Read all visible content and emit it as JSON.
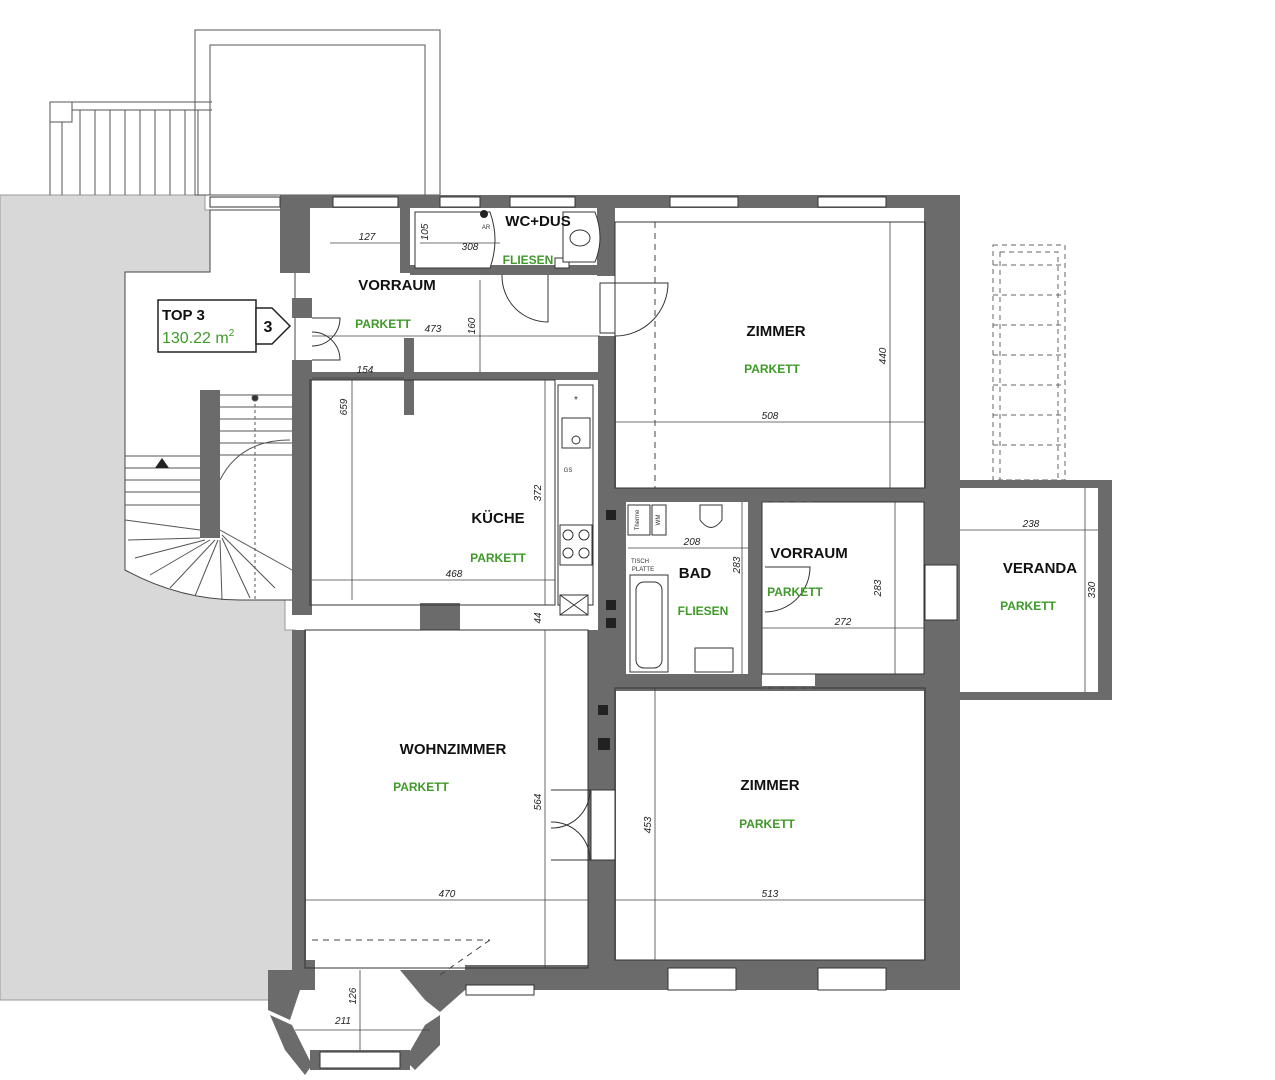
{
  "unit_badge": {
    "title": "TOP 3",
    "area": "130.22 m",
    "area_sup": "2",
    "number": "3"
  },
  "rooms": {
    "vorraum_top": {
      "name": "VORRAUM",
      "floor": "PARKETT"
    },
    "wc_dus": {
      "name": "WC+DUS",
      "floor": "FLIESEN"
    },
    "zimmer_top": {
      "name": "ZIMMER",
      "floor": "PARKETT"
    },
    "kueche": {
      "name": "KÜCHE",
      "floor": "PARKETT"
    },
    "bad": {
      "name": "BAD",
      "floor": "FLIESEN"
    },
    "vorraum_mid": {
      "name": "VORRAUM",
      "floor": "PARKETT"
    },
    "veranda": {
      "name": "VERANDA",
      "floor": "PARKETT"
    },
    "wohnzimmer": {
      "name": "WOHNZIMMER",
      "floor": "PARKETT"
    },
    "zimmer_bottom": {
      "name": "ZIMMER",
      "floor": "PARKETT"
    }
  },
  "dimensions": {
    "d127": "127",
    "d105": "105",
    "d308": "308",
    "d160": "160",
    "d473": "473",
    "d154": "154",
    "d659": "659",
    "d440": "440",
    "d508": "508",
    "d372": "372",
    "d468": "468",
    "d44": "44",
    "d208": "208",
    "d283a": "283",
    "d283b": "283",
    "d272": "272",
    "d238": "238",
    "d330": "330",
    "d564": "564",
    "d470": "470",
    "d453": "453",
    "d513": "513",
    "d126": "126",
    "d211": "211"
  },
  "labels": {
    "ar": "AR",
    "therme": "Therme",
    "wm": "WM",
    "gs": "GS",
    "tischplatte_1": "TISCH",
    "tischplatte_2": "PLATTE"
  }
}
